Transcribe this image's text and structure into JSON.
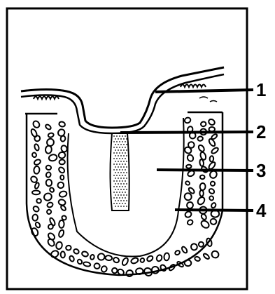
{
  "diagram": {
    "labels": [
      {
        "id": "1",
        "text": "1"
      },
      {
        "id": "2",
        "text": "2"
      },
      {
        "id": "3",
        "text": "3"
      },
      {
        "id": "4",
        "text": "4"
      }
    ],
    "colors": {
      "ink": "#000000",
      "paper": "#ffffff"
    }
  }
}
